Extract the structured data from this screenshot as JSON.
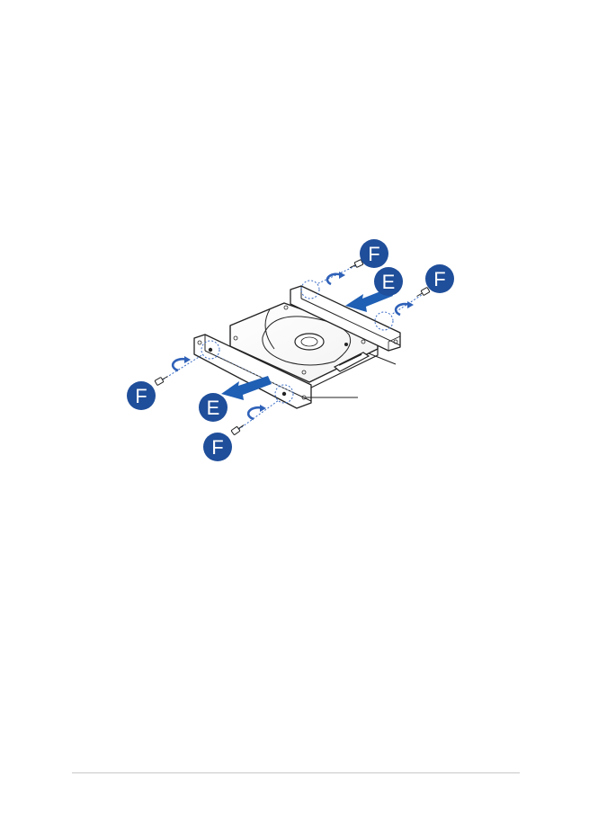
{
  "colors": {
    "accent": "#1f4e9a",
    "accent_light": "#3a6cc4",
    "line": "#222222",
    "dash": "#3a6cc4"
  },
  "callouts": {
    "e_top": "E",
    "e_bottom": "E",
    "f_top_left": "F",
    "f_top_right": "F",
    "f_left": "F",
    "f_bottom": "F"
  }
}
